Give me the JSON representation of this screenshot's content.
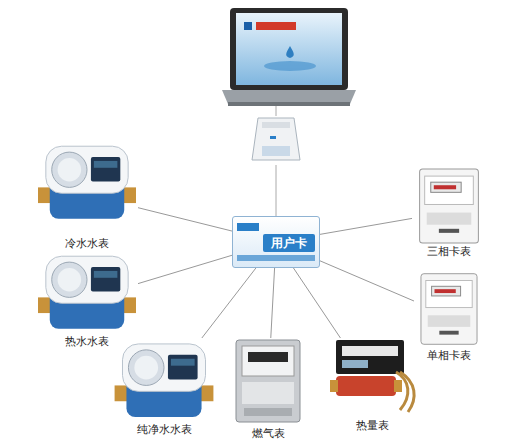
{
  "diagram": {
    "nodes": [
      {
        "text": [
          "冷水水表"
        ]
      },
      {
        "text": [
          "三相卡表"
        ]
      },
      {
        "text": [
          "用户卡"
        ]
      },
      {
        "text": [
          "热水水表"
        ]
      },
      {
        "text": [
          "单相卡表"
        ]
      },
      {
        "text": [
          "纯净水水表"
        ]
      },
      {
        "text": [
          "燃气表"
        ]
      },
      {
        "text": [
          "热量表"
        ]
      }
    ],
    "edges": [
      {
        "from": 2,
        "to": 0,
        "arrow": "none"
      },
      {
        "from": 2,
        "to": 1,
        "arrow": "none"
      },
      {
        "from": 2,
        "to": 3,
        "arrow": "none"
      },
      {
        "from": 2,
        "to": 4,
        "arrow": "none"
      },
      {
        "from": 2,
        "to": 5,
        "arrow": "none"
      },
      {
        "from": 2,
        "to": 6,
        "arrow": "none"
      },
      {
        "from": 2,
        "to": 7,
        "arrow": "none"
      }
    ]
  }
}
